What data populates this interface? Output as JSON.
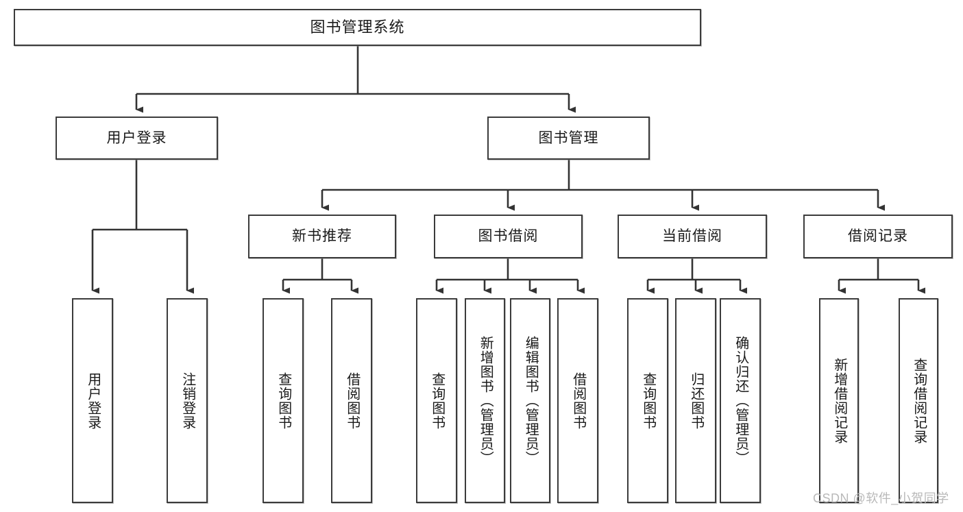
{
  "diagram": {
    "type": "tree-hierarchy",
    "title": "图书管理系统",
    "watermark": "CSDN @软件_小贺同学",
    "colors": {
      "box_border": "#3b3b3b",
      "box_fill": "#ffffff",
      "connector": "#333333",
      "text": "#1a1a1a",
      "watermark": "#b9b9b9"
    },
    "levels": {
      "level1": [
        "图书管理系统"
      ],
      "level2": [
        "用户登录",
        "图书管理"
      ],
      "level3": [
        "新书推荐",
        "图书借阅",
        "当前借阅",
        "借阅记录"
      ],
      "level4": [
        "用户登录",
        "注销登录",
        "查询图书",
        "借阅图书",
        "查询图书",
        "新增图书（管理员）",
        "编辑图书（管理员）",
        "借阅图书",
        "查询图书",
        "归还图书",
        "确认归还（管理员）",
        "新增借阅记录",
        "查询借阅记录"
      ]
    },
    "nodes": {
      "root": {
        "label": "图书管理系统"
      },
      "user_login": {
        "label": "用户登录"
      },
      "book_manage": {
        "label": "图书管理"
      },
      "new_book_rec": {
        "label": "新书推荐"
      },
      "book_borrow": {
        "label": "图书借阅"
      },
      "current_borrow": {
        "label": "当前借阅"
      },
      "borrow_record": {
        "label": "借阅记录"
      },
      "leaf_user_login": {
        "label": "用户登录"
      },
      "leaf_logout": {
        "label": "注销登录"
      },
      "leaf_query_book_1": {
        "label": "查询图书"
      },
      "leaf_borrow_book_1": {
        "label": "借阅图书"
      },
      "leaf_query_book_2": {
        "label": "查询图书"
      },
      "leaf_add_book": {
        "label": "新增图书（管理员）"
      },
      "leaf_edit_book": {
        "label": "编辑图书（管理员）"
      },
      "leaf_borrow_book_2": {
        "label": "借阅图书"
      },
      "leaf_query_book_3": {
        "label": "查询图书"
      },
      "leaf_return_book": {
        "label": "归还图书"
      },
      "leaf_confirm_return": {
        "label": "确认归还（管理员）"
      },
      "leaf_add_record": {
        "label": "新增借阅记录"
      },
      "leaf_query_record": {
        "label": "查询借阅记录"
      }
    },
    "edges": [
      {
        "from": "图书管理系统",
        "to": "用户登录"
      },
      {
        "from": "图书管理系统",
        "to": "图书管理"
      },
      {
        "from": "用户登录",
        "to": "用户登录"
      },
      {
        "from": "用户登录",
        "to": "注销登录"
      },
      {
        "from": "图书管理",
        "to": "新书推荐"
      },
      {
        "from": "图书管理",
        "to": "图书借阅"
      },
      {
        "from": "图书管理",
        "to": "当前借阅"
      },
      {
        "from": "图书管理",
        "to": "借阅记录"
      },
      {
        "from": "新书推荐",
        "to": "查询图书"
      },
      {
        "from": "新书推荐",
        "to": "借阅图书"
      },
      {
        "from": "图书借阅",
        "to": "查询图书"
      },
      {
        "from": "图书借阅",
        "to": "新增图书（管理员）"
      },
      {
        "from": "图书借阅",
        "to": "编辑图书（管理员）"
      },
      {
        "from": "图书借阅",
        "to": "借阅图书"
      },
      {
        "from": "当前借阅",
        "to": "查询图书"
      },
      {
        "from": "当前借阅",
        "to": "归还图书"
      },
      {
        "from": "当前借阅",
        "to": "确认归还（管理员）"
      },
      {
        "from": "借阅记录",
        "to": "新增借阅记录"
      },
      {
        "from": "借阅记录",
        "to": "查询借阅记录"
      }
    ]
  }
}
